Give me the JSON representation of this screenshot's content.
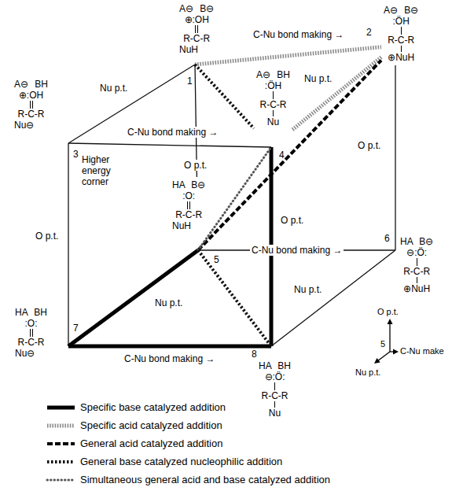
{
  "diagram": {
    "nodes": [
      {
        "text": [
          "A⊖ B⊖",
          "⊕:OH",
          "R-C-R",
          "NuH"
        ]
      },
      {
        "text": [
          "A⊖ B⊖",
          ":ÖH",
          "R-C-R",
          "⊕NuH"
        ]
      },
      {
        "text": [
          "A⊖ BH",
          "⊕:OH",
          "R-C-R",
          "Nu⊖"
        ]
      },
      {
        "text": [
          "A⊖ BH",
          ":ÖH",
          "R-C-R",
          "Nu"
        ]
      },
      {
        "text": [
          "HA B⊖",
          ":O:",
          "R-C-R",
          "NuH"
        ]
      },
      {
        "text": [
          "HA B⊖",
          "⊖:Ö:",
          "R-C-R",
          "⊕NuH"
        ]
      },
      {
        "text": [
          "HA BH",
          ":O:",
          "R-C-R",
          "Nu⊖"
        ]
      },
      {
        "text": [
          "HA BH",
          "⊖:Ö:",
          "R-C-R",
          "Nu"
        ]
      }
    ],
    "edges": [
      {
        "from": 0,
        "to": 1,
        "arrow": "none",
        "label": "C-Nu bond making →"
      },
      {
        "from": 0,
        "to": 2,
        "arrow": "none",
        "label": "Nu p.t."
      },
      {
        "from": 1,
        "to": 3,
        "arrow": "none",
        "label": "Nu p.t."
      },
      {
        "from": 2,
        "to": 3,
        "arrow": "none",
        "label": "C-Nu bond making →"
      },
      {
        "from": 0,
        "to": 4,
        "arrow": "none",
        "label": "O p.t."
      },
      {
        "from": 1,
        "to": 5,
        "arrow": "none",
        "label": "O p.t."
      },
      {
        "from": 2,
        "to": 6,
        "arrow": "none",
        "label": "O p.t."
      },
      {
        "from": 3,
        "to": 7,
        "arrow": "none",
        "label": "O p.t."
      },
      {
        "from": 4,
        "to": 5,
        "arrow": "none",
        "label": "C-Nu bond making →"
      },
      {
        "from": 4,
        "to": 6,
        "arrow": "none",
        "label": "Nu p.t."
      },
      {
        "from": 5,
        "to": 7,
        "arrow": "none",
        "label": "Nu p.t."
      },
      {
        "from": 6,
        "to": 7,
        "arrow": "none",
        "label": "C-Nu bond making →"
      },
      {
        "from": 0,
        "to": 3,
        "arrow": "none"
      },
      {
        "from": 4,
        "to": 1,
        "arrow": "none"
      },
      {
        "from": 4,
        "to": 3,
        "arrow": "none"
      },
      {
        "from": 4,
        "to": 7,
        "arrow": "none"
      }
    ],
    "labels": [
      "1",
      "2",
      "3",
      "Higher energy corner",
      "4",
      "5",
      "6",
      "7",
      "8",
      "O p.t.",
      "5",
      "C-Nu make",
      "Nu p.t."
    ],
    "legend": [
      {
        "text": "Specific base catalyzed addition"
      },
      {
        "text": "Specific acid catalyzed addition"
      },
      {
        "text": "General acid catalyzed addition"
      },
      {
        "text": "General base catalyzed nucleophilic addition"
      },
      {
        "text": "Simultaneous general acid and base catalyzed addition"
      }
    ]
  }
}
